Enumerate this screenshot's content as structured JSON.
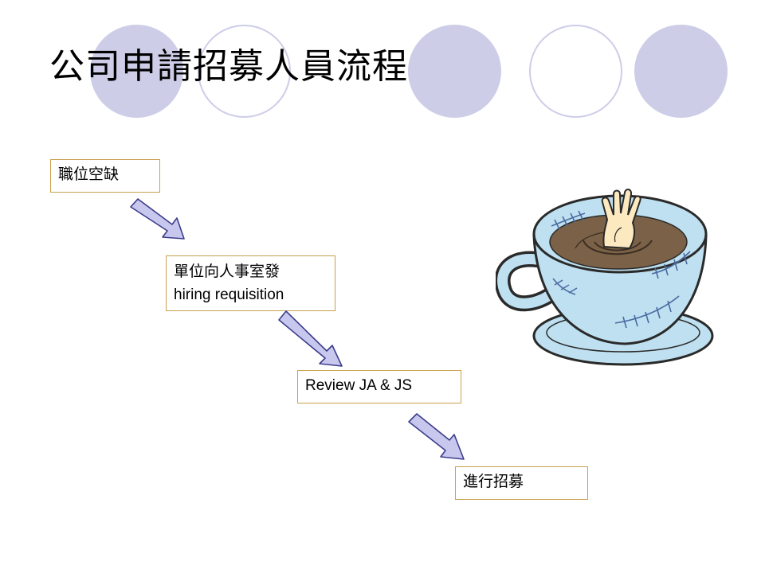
{
  "slide": {
    "title": "公司申請招募人員流程"
  },
  "flow": {
    "steps": [
      {
        "lines": [
          "職位空缺"
        ]
      },
      {
        "lines": [
          "單位向人事室發",
          "hiring requisition"
        ]
      },
      {
        "lines": [
          "Review JA & JS"
        ]
      },
      {
        "lines": [
          "進行招募"
        ]
      }
    ]
  },
  "colors": {
    "circle": "#cdcde8",
    "box_border": "#c9a04c",
    "arrow_fill": "#c8c8ee",
    "arrow_stroke": "#3c3c8c",
    "cup": "#bfe0f0",
    "coffee": "#7a6147"
  },
  "illustration": {
    "icon": "drowning-hand-in-coffee-cup-icon"
  }
}
